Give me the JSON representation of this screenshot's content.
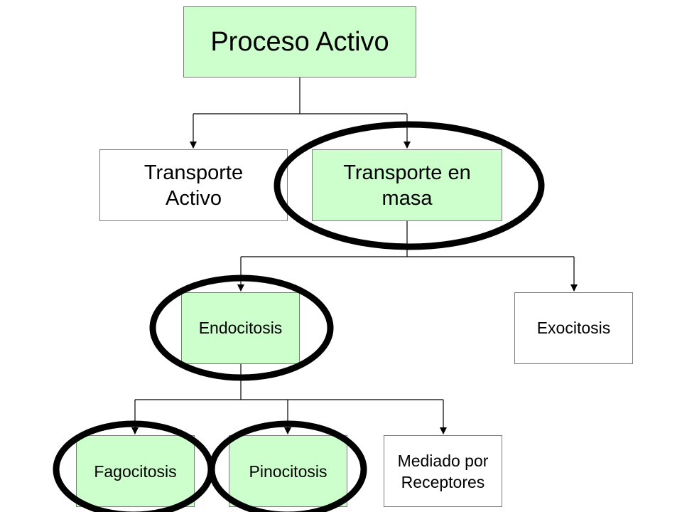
{
  "colors": {
    "highlight_fill": "#ccffcc",
    "plain_fill": "#ffffff",
    "outline": "#000000",
    "connector": "#000000"
  },
  "nodes": {
    "root": {
      "label": "Proceso Activo",
      "highlighted": true
    },
    "transporte_activo": {
      "label": "Transporte\nActivo",
      "highlighted": false
    },
    "transporte_masa": {
      "label": "Transporte en\nmasa",
      "highlighted": true,
      "circled": true
    },
    "endocitosis": {
      "label": "Endocitosis",
      "highlighted": true,
      "circled": true
    },
    "exocitosis": {
      "label": "Exocitosis",
      "highlighted": false
    },
    "fagocitosis": {
      "label": "Fagocitosis",
      "highlighted": true,
      "circled": true
    },
    "pinocitosis": {
      "label": "Pinocitosis",
      "highlighted": true,
      "circled": true
    },
    "mediado": {
      "label": "Mediado por\nReceptores",
      "highlighted": false
    }
  },
  "edges": [
    [
      "root",
      "transporte_activo"
    ],
    [
      "root",
      "transporte_masa"
    ],
    [
      "transporte_masa",
      "endocitosis"
    ],
    [
      "transporte_masa",
      "exocitosis"
    ],
    [
      "endocitosis",
      "fagocitosis"
    ],
    [
      "endocitosis",
      "pinocitosis"
    ],
    [
      "endocitosis",
      "mediado"
    ]
  ]
}
